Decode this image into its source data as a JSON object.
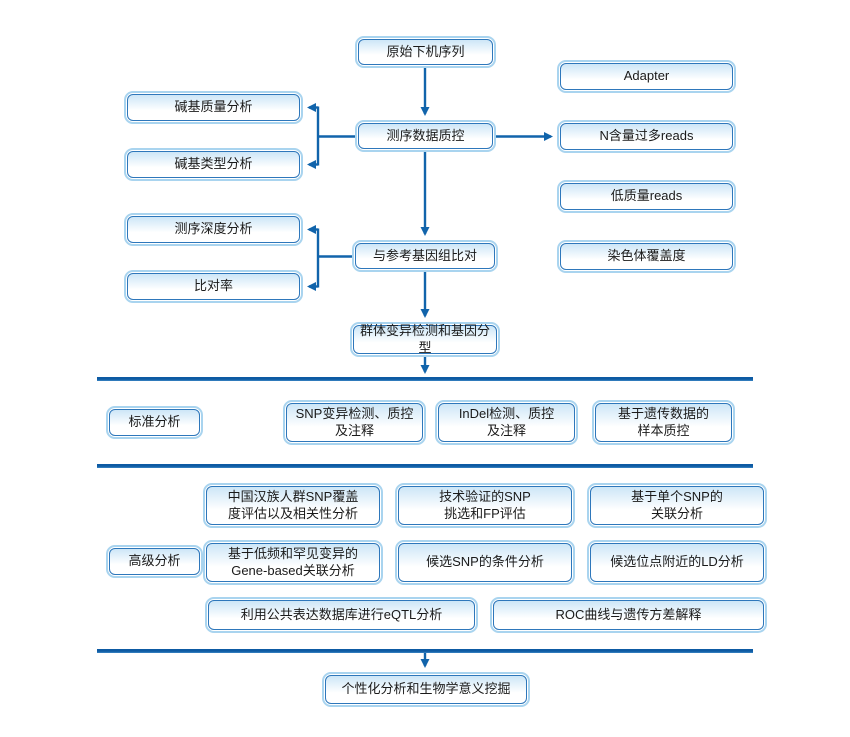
{
  "diagram": {
    "type": "flowchart",
    "topic": "sequencing-analysis-pipeline",
    "language": "zh-CN",
    "background": "#ffffff"
  },
  "colors": {
    "connector_line": "#1164ab",
    "divider_line": "#0d5aa3",
    "box_border_inner": "#2e77bb",
    "box_border_outer": "#a9d4ef",
    "box_fill_top": "#cde6f7",
    "box_fill_bottom": "#ffffff",
    "text": "#1a1a1a"
  },
  "nodes": {
    "raw": {
      "label": "原始下机序列"
    },
    "adapter": {
      "label": "Adapter"
    },
    "base_quality": {
      "label": "碱基质量分析"
    },
    "qc": {
      "label": "测序数据质控"
    },
    "n_reads": {
      "label": "N含量过多reads"
    },
    "base_type": {
      "label": "碱基类型分析"
    },
    "low_quality": {
      "label": "低质量reads"
    },
    "depth": {
      "label": "测序深度分析"
    },
    "align": {
      "label": "与参考基因组比对"
    },
    "chrom_coverage": {
      "label": "染色体覆盖度"
    },
    "map_rate": {
      "label": "比对率"
    },
    "genotyping": {
      "label": "群体变异检测和基因分型"
    },
    "standard_label": {
      "label": "标准分析"
    },
    "snp": {
      "label": "SNP变异检测、质控\n及注释"
    },
    "indel": {
      "label": "InDel检测、质控\n及注释"
    },
    "sample_qc": {
      "label": "基于遗传数据的\n样本质控"
    },
    "advanced_label": {
      "label": "高级分析"
    },
    "han_snp": {
      "label": "中国汉族人群SNP覆盖\n度评估以及相关性分析"
    },
    "tech_snp": {
      "label": "技术验证的SNP\n挑选和FP评估"
    },
    "single_snp": {
      "label": "基于单个SNP的\n关联分析"
    },
    "gene_based": {
      "label": "基于低频和罕见变异的\nGene-based关联分析"
    },
    "conditional": {
      "label": "候选SNP的条件分析"
    },
    "ld": {
      "label": "候选位点附近的LD分析"
    },
    "eqtl": {
      "label": "利用公共表达数据库进行eQTL分析"
    },
    "roc": {
      "label": "ROC曲线与遗传方差解释"
    },
    "personalized": {
      "label": "个性化分析和生物学意义挖掘"
    }
  }
}
